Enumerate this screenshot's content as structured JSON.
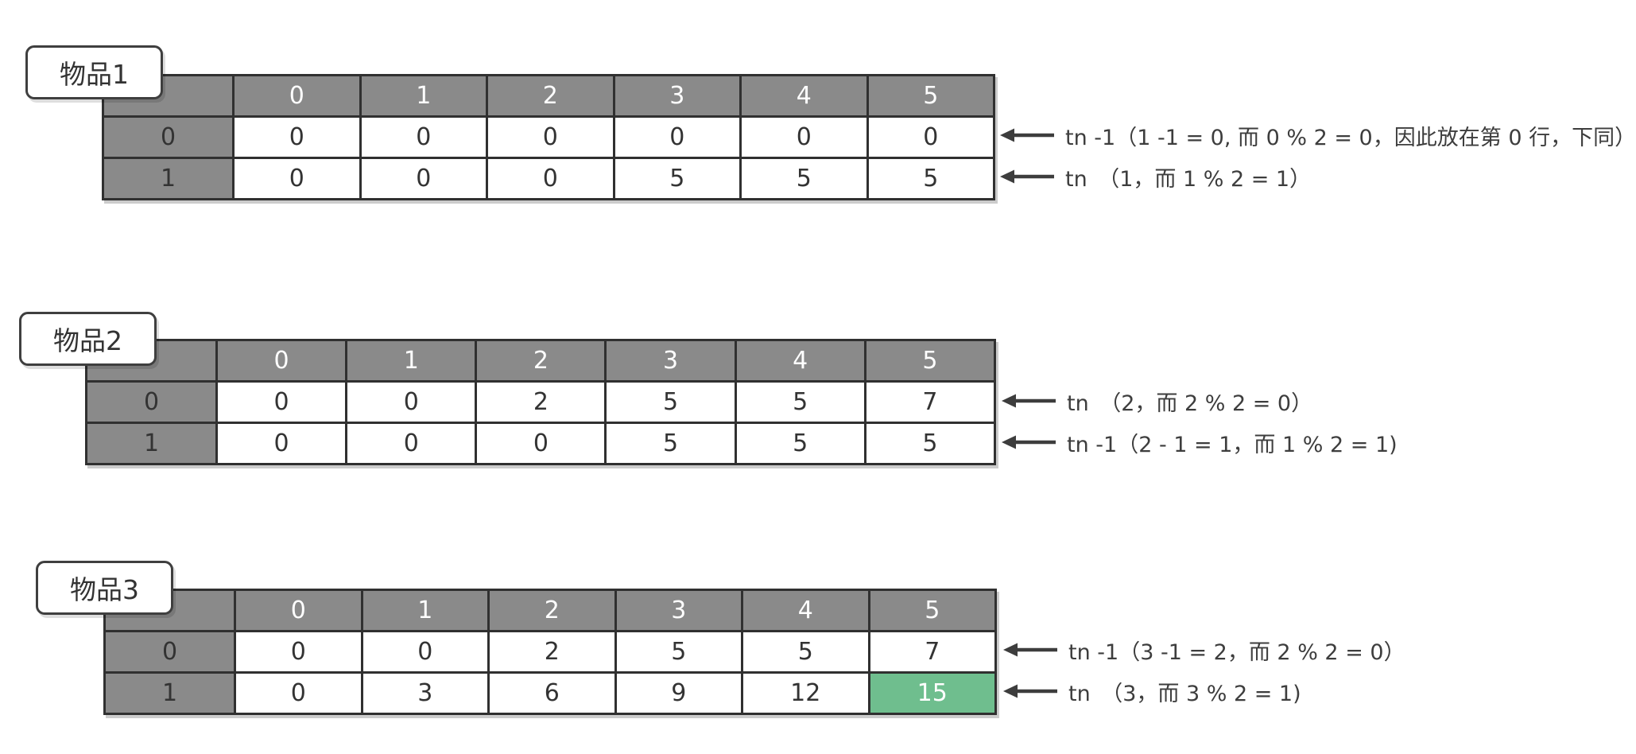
{
  "colors": {
    "header_bg": "#8a8a8a",
    "border": "#303030",
    "highlight_bg": "#6fbe8e",
    "highlight_text": "#ffffff",
    "text": "#333333"
  },
  "groups": [
    {
      "label": "物品1",
      "columns": [
        "0",
        "1",
        "2",
        "3",
        "4",
        "5"
      ],
      "rows": [
        {
          "header": "0",
          "cells": [
            "0",
            "0",
            "0",
            "0",
            "0",
            "0"
          ],
          "highlight_col": -1,
          "annotation": "tn -1（1 -1 = 0, 而 0 % 2 = 0，因此放在第 0 行，下同）"
        },
        {
          "header": "1",
          "cells": [
            "0",
            "0",
            "0",
            "5",
            "5",
            "5"
          ],
          "highlight_col": -1,
          "annotation": "tn　（1，而 1 % 2 = 1）"
        }
      ]
    },
    {
      "label": "物品2",
      "columns": [
        "0",
        "1",
        "2",
        "3",
        "4",
        "5"
      ],
      "rows": [
        {
          "header": "0",
          "cells": [
            "0",
            "0",
            "2",
            "5",
            "5",
            "7"
          ],
          "highlight_col": -1,
          "annotation": "tn　（2，而 2 % 2 = 0）"
        },
        {
          "header": "1",
          "cells": [
            "0",
            "0",
            "0",
            "5",
            "5",
            "5"
          ],
          "highlight_col": -1,
          "annotation": "tn -1（2 - 1 = 1，而 1 % 2 = 1)"
        }
      ]
    },
    {
      "label": "物品3",
      "columns": [
        "0",
        "1",
        "2",
        "3",
        "4",
        "5"
      ],
      "rows": [
        {
          "header": "0",
          "cells": [
            "0",
            "0",
            "2",
            "5",
            "5",
            "7"
          ],
          "highlight_col": -1,
          "annotation": "tn -1（3 -1 = 2，而 2 % 2 = 0）"
        },
        {
          "header": "1",
          "cells": [
            "0",
            "3",
            "6",
            "9",
            "12",
            "15"
          ],
          "highlight_col": 5,
          "annotation": "tn　（3，而 3 % 2 = 1)"
        }
      ]
    }
  ]
}
